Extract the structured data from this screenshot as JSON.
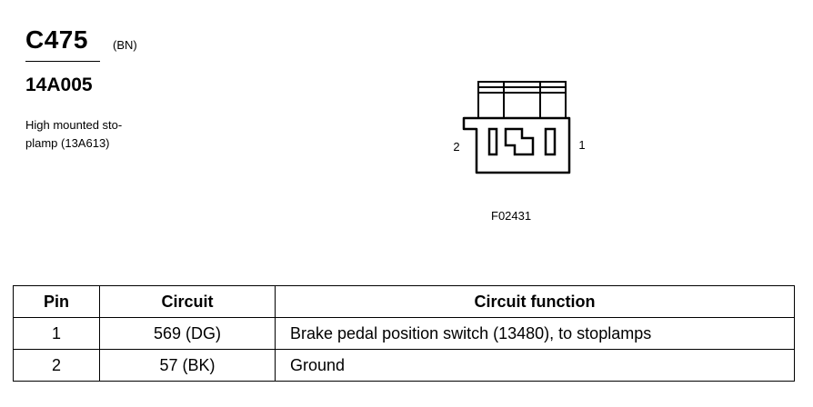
{
  "header": {
    "connector_id": "C475",
    "connector_color": "(BN)",
    "part_number": "14A005",
    "description_line1": "High mounted sto-",
    "description_line2": "plamp (13A613)"
  },
  "figure": {
    "pin_left_label": "2",
    "pin_right_label": "1",
    "code": "F02431"
  },
  "table": {
    "headers": {
      "pin": "Pin",
      "circuit": "Circuit",
      "function": "Circuit function"
    },
    "rows": [
      {
        "pin": "1",
        "circuit": "569 (DG)",
        "function": "Brake pedal position switch (13480), to stoplamps"
      },
      {
        "pin": "2",
        "circuit": "57 (BK)",
        "function": "Ground"
      }
    ]
  }
}
